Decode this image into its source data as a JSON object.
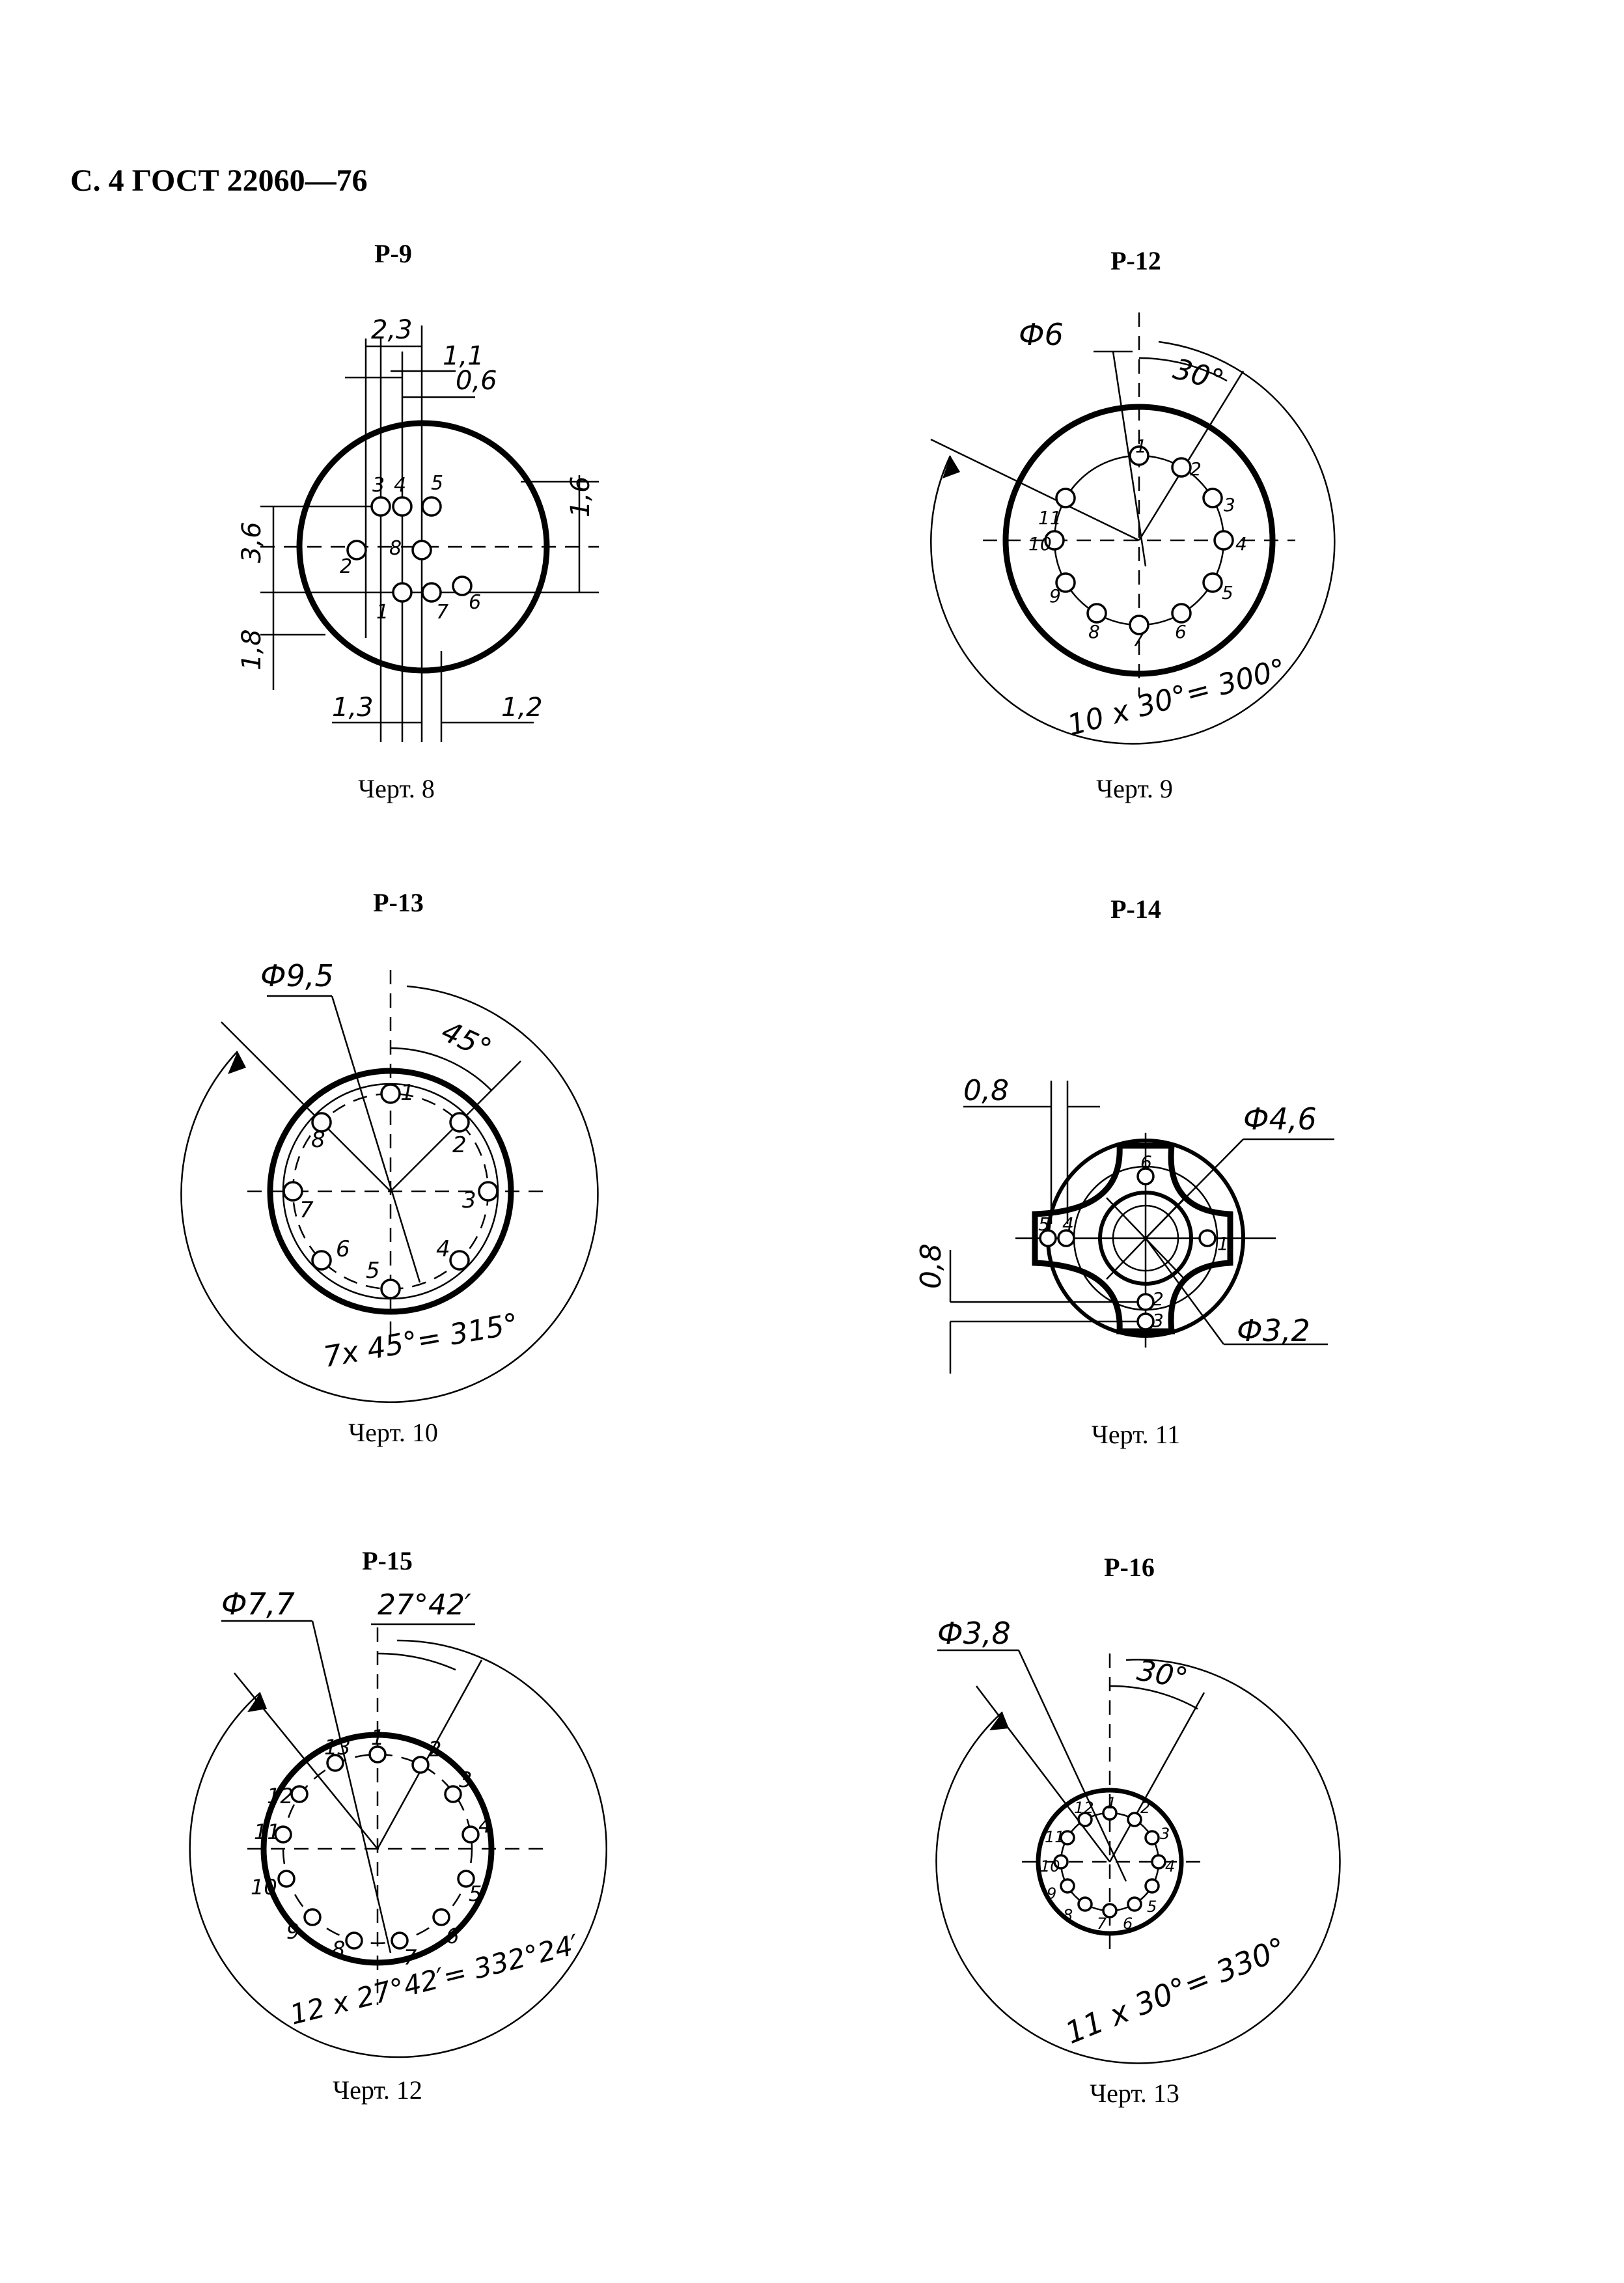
{
  "header": "С. 4 ГОСТ 22060—76",
  "figures": [
    {
      "title": "Р-9",
      "caption": "Черт. 8",
      "dims": {
        "d1": "2,3",
        "d2": "1,1",
        "d3": "0,6",
        "d4": "1,6",
        "d5": "3,6",
        "d6": "1,8",
        "d7": "1,3",
        "d8": "1,2"
      },
      "pins": [
        "1",
        "2",
        "3",
        "4",
        "5",
        "6",
        "7",
        "8"
      ]
    },
    {
      "title": "Р-12",
      "caption": "Черт. 9",
      "diameter": "Ф6",
      "angle": "30°",
      "total": "10 х 30°= 300°",
      "pins": [
        "1",
        "2",
        "3",
        "4",
        "5",
        "6",
        "7",
        "8",
        "9",
        "10",
        "11"
      ]
    },
    {
      "title": "Р-13",
      "caption": "Черт. 10",
      "diameter": "Ф9,5",
      "angle": "45°",
      "total": "7х 45°= 315°",
      "pins": [
        "1",
        "2",
        "3",
        "4",
        "5",
        "6",
        "7",
        "8"
      ]
    },
    {
      "title": "Р-14",
      "caption": "Черт. 11",
      "diameter_outer": "Ф4,6",
      "diameter_inner": "Ф3,2",
      "dim_h": "0,8",
      "dim_v": "0,8",
      "pins": [
        "1",
        "2",
        "3",
        "4",
        "5",
        "6"
      ]
    },
    {
      "title": "Р-15",
      "caption": "Черт. 12",
      "diameter": "Ф7,7",
      "angle": "27°42′",
      "total": "12 х 27°42′= 332°24′",
      "pins": [
        "1",
        "2",
        "3",
        "4",
        "5",
        "6",
        "7",
        "8",
        "9",
        "10",
        "11",
        "12",
        "13"
      ]
    },
    {
      "title": "Р-16",
      "caption": "Черт. 13",
      "diameter": "Ф3,8",
      "angle": "30°",
      "total": "11 х 30°= 330°",
      "pins": [
        "1",
        "2",
        "3",
        "4",
        "5",
        "6",
        "7",
        "8",
        "9",
        "10",
        "11",
        "12"
      ]
    }
  ]
}
